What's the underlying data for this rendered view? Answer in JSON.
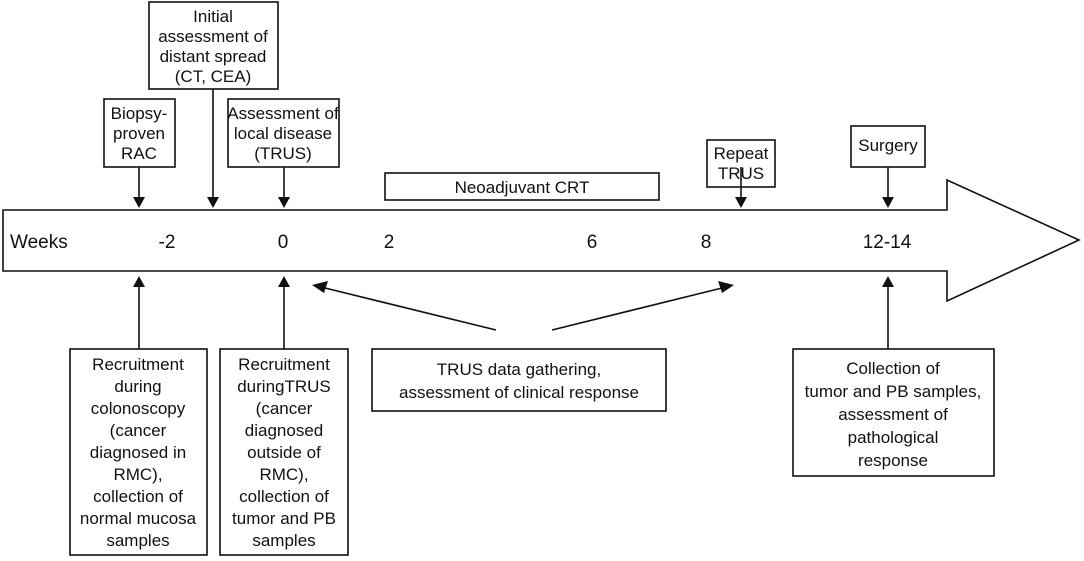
{
  "timeline": {
    "unit_label": "Weeks",
    "ticks": [
      "-2",
      "0",
      "2",
      "6",
      "8",
      "12-14"
    ]
  },
  "top_boxes": {
    "biopsy": [
      "Biopsy-",
      "proven",
      "RAC"
    ],
    "initial_assessment": [
      "Initial",
      "assessment of",
      "distant spread",
      "(CT, CEA)"
    ],
    "local_assessment": [
      "Assessment of",
      "local disease",
      "(TRUS)"
    ],
    "neoadjuvant": "Neoadjuvant CRT",
    "repeat_trus": [
      "Repeat",
      "TRUS"
    ],
    "surgery": "Surgery"
  },
  "bottom_boxes": {
    "recruitment_colonoscopy": [
      "Recruitment",
      "during",
      "colonoscopy",
      "(cancer",
      "diagnosed in",
      "RMC),",
      "collection of",
      "normal mucosa",
      "samples"
    ],
    "recruitment_trus": [
      "Recruitment",
      "duringTRUS",
      "(cancer",
      "diagnosed",
      "outside of",
      "RMC),",
      "collection of",
      "tumor and PB",
      "samples"
    ],
    "trus_data": [
      "TRUS data gathering,",
      "assessment of clinical response"
    ],
    "collection_pathology": [
      "Collection of",
      "tumor and PB samples,",
      "assessment of",
      "pathological",
      "response"
    ]
  }
}
